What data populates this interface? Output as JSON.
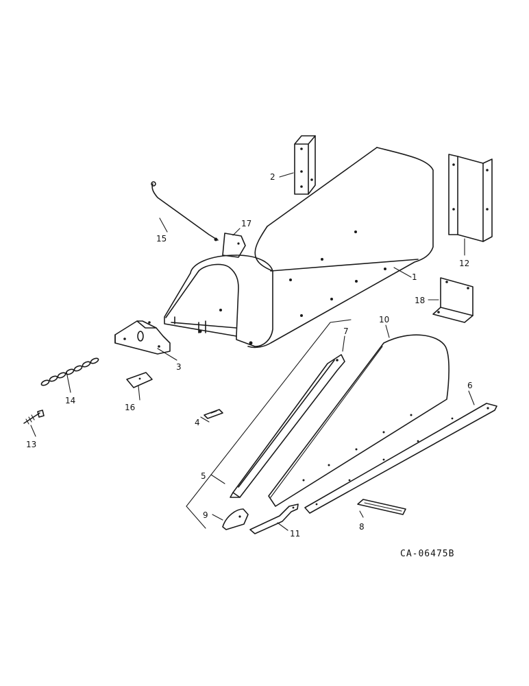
{
  "drawing_code": "CA-06475B",
  "callouts": [
    "1",
    "2",
    "3",
    "4",
    "5",
    "6",
    "7",
    "8",
    "9",
    "10",
    "11",
    "12",
    "13",
    "14",
    "15",
    "16",
    "17",
    "18"
  ]
}
